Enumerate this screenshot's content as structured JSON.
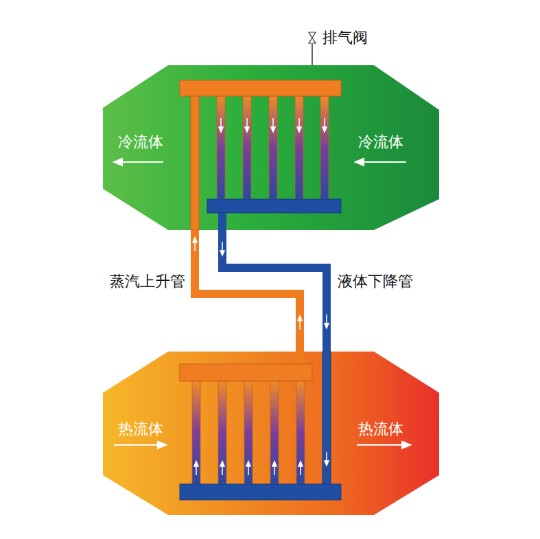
{
  "diagram": {
    "nodes": [
      {
        "text": [
          "冷流体",
          "冷流体"
        ]
      },
      {
        "text": [
          "热流体",
          "热流体"
        ]
      }
    ],
    "edges": [
      {
        "from": 1,
        "to": 0,
        "arrow": "none",
        "label": "蒸汽上升管"
      },
      {
        "from": 0,
        "to": 1,
        "arrow": "none",
        "label": "液体下降管"
      }
    ],
    "labels": [
      "排气阀"
    ]
  }
}
